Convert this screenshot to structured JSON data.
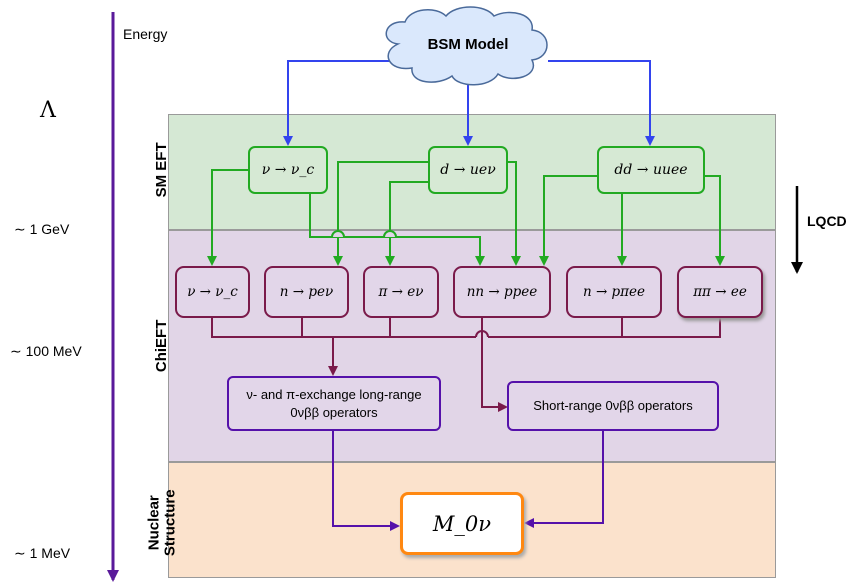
{
  "axis": {
    "energy_label": "Energy"
  },
  "scales": [
    {
      "label": "Λ"
    },
    {
      "label": "∼ 1 GeV"
    },
    {
      "label": "∼ 100 MeV"
    },
    {
      "label": "∼ 1 MeV"
    }
  ],
  "bands": {
    "smeft": "SM EFT",
    "chieft": "ChiEFT",
    "nuclear_line1": "Nuclear",
    "nuclear_line2": "Structure"
  },
  "bsm": {
    "label": "BSM Model"
  },
  "lqcd": {
    "label": "LQCD"
  },
  "smeft_nodes": [
    {
      "label": "ν → ν_c"
    },
    {
      "label": "d → ueν"
    },
    {
      "label": "dd → uuee"
    }
  ],
  "chieft_nodes": [
    {
      "label": "ν → ν_c"
    },
    {
      "label": "n → peν"
    },
    {
      "label": "π → eν"
    },
    {
      "label": "nn → ppee"
    },
    {
      "label": "n → pπee"
    },
    {
      "label": "ππ → ee"
    }
  ],
  "operators": {
    "long_range_line1": "ν- and π-exchange long-range",
    "long_range_line2": "0νββ operators",
    "short_range": "Short-range 0νββ operators"
  },
  "matrix_element": {
    "label": "M_0ν"
  },
  "colors": {
    "smeft_band": "#d5e8d4",
    "chieft_band": "#e1d5e7",
    "nuclear_band": "#fbe2cc",
    "green_arrow": "#22aa22",
    "blue_arrow": "#3344ee",
    "maroon_arrow": "#7a1a4a",
    "purple_arrow": "#5511aa",
    "orange_box": "#ff8811",
    "energy_axis": "#5a1a9a"
  }
}
